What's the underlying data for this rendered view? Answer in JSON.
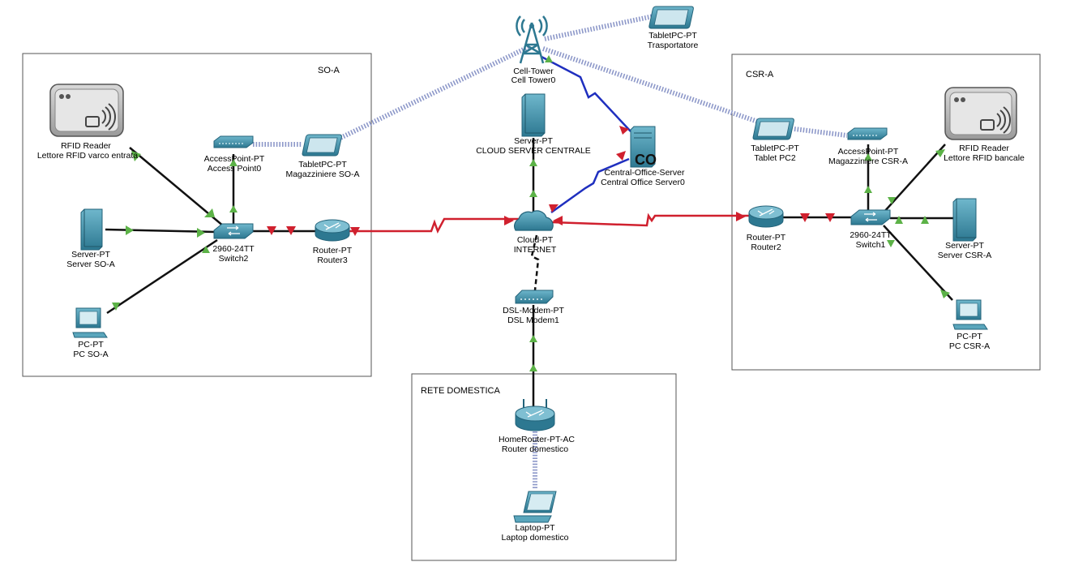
{
  "areas": {
    "so_a": "SO-A",
    "csr_a": "CSR-A",
    "rete_domestica": "RETE DOMESTICA"
  },
  "devices": {
    "cell_tower": {
      "type": "Cell-Tower",
      "name": "Cell Tower0"
    },
    "tablet_trasportatore": {
      "type": "TabletPC-PT",
      "name": "Trasportatore"
    },
    "rfid_so": {
      "type": "RFID Reader",
      "name": "Lettore RFID varco entrata"
    },
    "ap_so": {
      "type": "AccessPoint-PT",
      "name": "Access Point0"
    },
    "tablet_so": {
      "type": "TabletPC-PT",
      "name": "Magazziniere SO-A"
    },
    "server_so": {
      "type": "Server-PT",
      "name": "Server SO-A"
    },
    "switch2": {
      "type": "2960-24TT",
      "name": "Switch2"
    },
    "router3": {
      "type": "Router-PT",
      "name": "Router3"
    },
    "pc_so": {
      "type": "PC-PT",
      "name": "PC SO-A"
    },
    "cloud_server": {
      "type": "Server-PT",
      "name": "CLOUD SERVER CENTRALE"
    },
    "co_server": {
      "type": "Central-Office-Server",
      "name": "Central Office Server0",
      "badge": "CO"
    },
    "cloud": {
      "type": "Cloud-PT",
      "name": "INTERNET"
    },
    "dsl_modem": {
      "type": "DSL-Modem-PT",
      "name": "DSL Modem1"
    },
    "home_router": {
      "type": "HomeRouter-PT-AC",
      "name": "Router domestico"
    },
    "laptop": {
      "type": "Laptop-PT",
      "name": "Laptop domestico"
    },
    "tablet_csr": {
      "type": "TabletPC-PT",
      "name": "Tablet PC2"
    },
    "ap_csr": {
      "type": "AccessPoint-PT",
      "name": "Magazziniere CSR-A"
    },
    "rfid_csr": {
      "type": "RFID Reader",
      "name": "Lettore RFID bancale"
    },
    "router2": {
      "type": "Router-PT",
      "name": "Router2"
    },
    "switch1": {
      "type": "2960-24TT",
      "name": "Switch1"
    },
    "server_csr": {
      "type": "Server-PT",
      "name": "Server CSR-A"
    },
    "pc_csr": {
      "type": "PC-PT",
      "name": "PC CSR-A"
    }
  },
  "colors": {
    "device_teal": "#3d8fa6",
    "device_dark": "#23637a",
    "link_ok": "#5cb247",
    "link_down": "#d0202e",
    "serial": "#d0202e",
    "coax": "#1f2fbf",
    "wireless": "#8d98c9",
    "copper": "#111111"
  }
}
